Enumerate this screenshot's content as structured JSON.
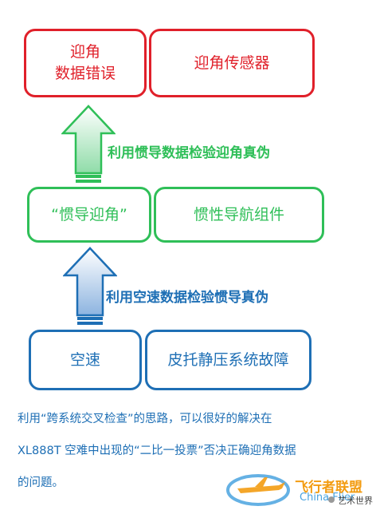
{
  "boxes": {
    "aoa_data_error": "迎角\n数据错误",
    "aoa_sensor": "迎角传感器",
    "inertial_aoa": "“惯导迎角”",
    "inertial_nav": "惯性导航组件",
    "airspeed": "空速",
    "pitot_fault": "皮托静压系统故障"
  },
  "labels": {
    "green_check": "利用惯导数据检验迎角真伪",
    "blue_check": "利用空速数据检验惯导真伪"
  },
  "paragraph": {
    "line1": "利用“跨系统交叉检查”的思路，可以很好的解决在",
    "line2": "XL888T 空难中出现的“二比一投票”否决正确迎角数据",
    "line3": "的问题。"
  },
  "watermark": {
    "title": "飞行者联盟",
    "subtitle": "China Flier",
    "account": "艺术世界"
  },
  "colors": {
    "red": "#e0202a",
    "green": "#2fbf58",
    "blue": "#1e6fb5"
  }
}
